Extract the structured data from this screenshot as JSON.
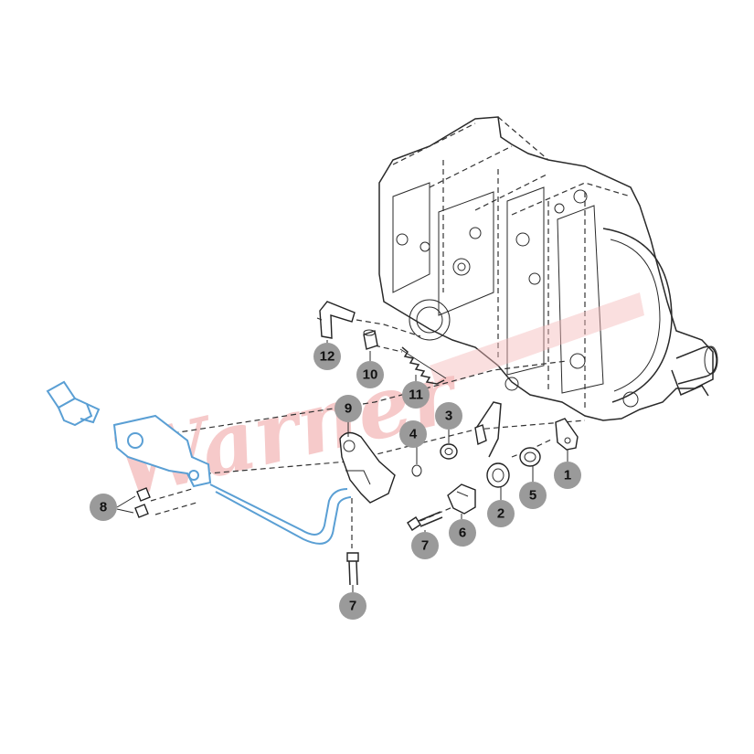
{
  "watermark": {
    "text": "Warner",
    "accent_color": "#f0a0a0"
  },
  "callouts": [
    {
      "label": "12",
      "part": "bracket"
    },
    {
      "label": "10",
      "part": "collar"
    },
    {
      "label": "11",
      "part": "spring"
    },
    {
      "label": "9",
      "part": "lever"
    },
    {
      "label": "4",
      "part": "o-ring"
    },
    {
      "label": "3",
      "part": "seal"
    },
    {
      "label": "1",
      "part": "plate"
    },
    {
      "label": "2",
      "part": "link-arm"
    },
    {
      "label": "5",
      "part": "bushing"
    },
    {
      "label": "6",
      "part": "cam"
    },
    {
      "label": "7",
      "part": "bolt"
    },
    {
      "label": "7",
      "part": "bolt"
    },
    {
      "label": "8",
      "part": "bolt"
    }
  ],
  "colors": {
    "callout_fill": "#9a9a9a",
    "highlight_part": "#5a9fd4",
    "line_art": "#2a2a2a"
  }
}
